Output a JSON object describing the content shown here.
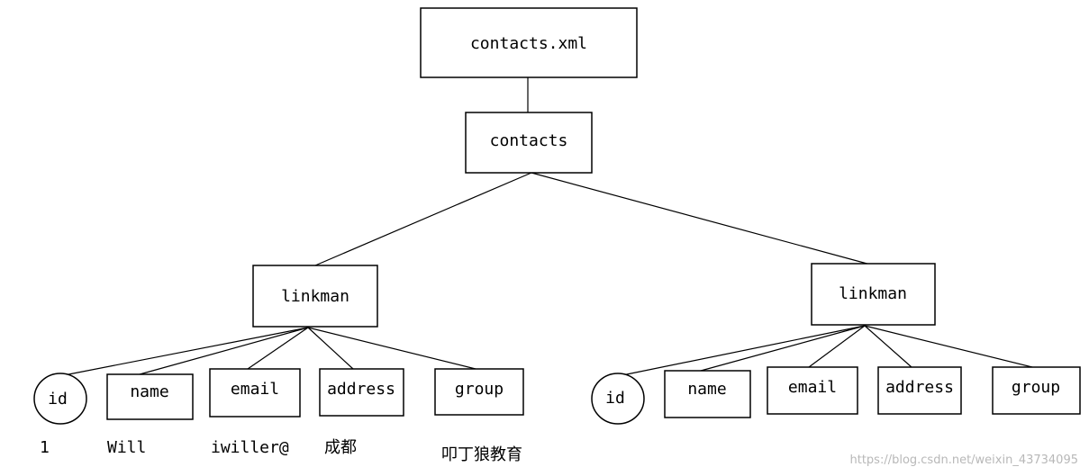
{
  "root": {
    "label": "contacts.xml"
  },
  "contacts": {
    "label": "contacts"
  },
  "linkman_left": {
    "label": "linkman",
    "fields": {
      "id": "id",
      "name": "name",
      "email": "email",
      "address": "address",
      "group": "group"
    },
    "values": {
      "id": "1",
      "name": "Will",
      "email": "iwiller@",
      "address": "成都",
      "group": "叩丁狼教育"
    }
  },
  "linkman_right": {
    "label": "linkman",
    "fields": {
      "id": "id",
      "name": "name",
      "email": "email",
      "address": "address",
      "group": "group"
    }
  },
  "watermark": "https://blog.csdn.net/weixin_43734095"
}
